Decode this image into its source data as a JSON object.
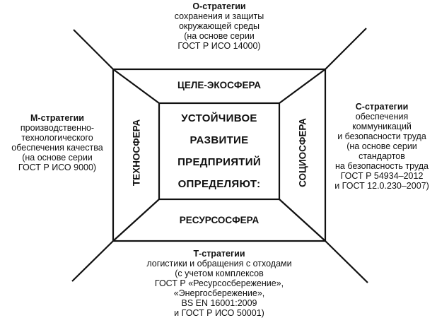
{
  "top_block": {
    "header": "О-стратегии",
    "lines": [
      "сохранения и защиты",
      "окружающей среды",
      "(на основе серии",
      "ГОСТ Р ИСО 14000)"
    ]
  },
  "left_block": {
    "header": "М-стратегии",
    "lines": [
      "производственно-",
      "технологического",
      "обеспечения качества",
      "(на основе серии",
      "ГОСТ Р ИСО 9000)"
    ]
  },
  "right_block": {
    "header": "С-стратегии",
    "lines": [
      "обеспечения",
      "коммуникаций",
      "и безопасности труда",
      "(на основе серии",
      "стандартов",
      "на безопасность труда",
      "ГОСТ Р 54934–2012",
      "и ГОСТ 12.0.230–2007)"
    ]
  },
  "bottom_block": {
    "header": "Т-стратегии",
    "lines": [
      "логистики и обращения с отходами",
      "(с учетом комплексов",
      "ГОСТ Р «Ресурсосбережение»,",
      "«Энергосбережение»,",
      "BS EN 16001:2009",
      "и ГОСТ Р ИСО 50001)"
    ]
  },
  "spheres": {
    "top": "ЦЕЛЕ-ЭКОСФЕРА",
    "bottom": "РЕСУРСОСФЕРА",
    "left": "ТЕХНОСФЕРА",
    "right": "СОЦИОСФЕРА"
  },
  "center": {
    "lines": [
      "УСТОЙЧИВОЕ",
      "РАЗВИТИЕ",
      "ПРЕДПРИЯТИЙ",
      "ОПРЕДЕЛЯЮТ:"
    ]
  }
}
